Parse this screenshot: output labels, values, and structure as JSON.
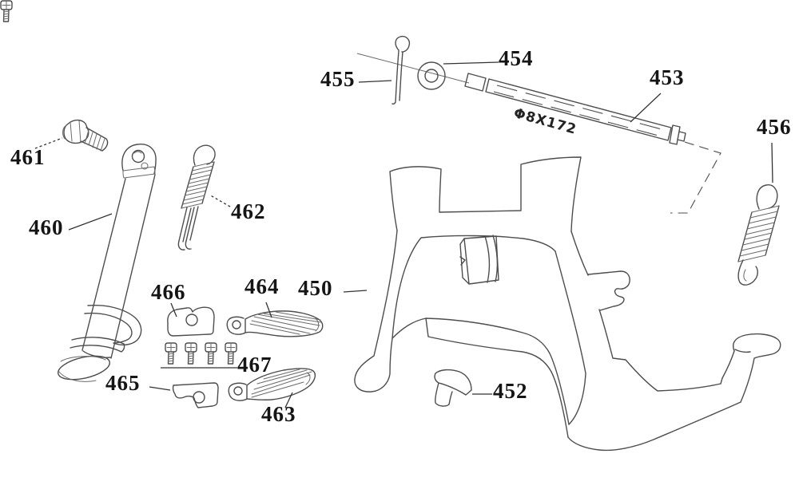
{
  "colors": {
    "background": "#ffffff",
    "line": "#4d4d4d",
    "label": "#151515"
  },
  "axle_spec": "Φ8X172",
  "callouts": {
    "450": "450",
    "452": "452",
    "453": "453",
    "454": "454",
    "455": "455",
    "456": "456",
    "460": "460",
    "461": "461",
    "462": "462",
    "463": "463",
    "464": "464",
    "465": "465",
    "466": "466",
    "467": "467"
  }
}
